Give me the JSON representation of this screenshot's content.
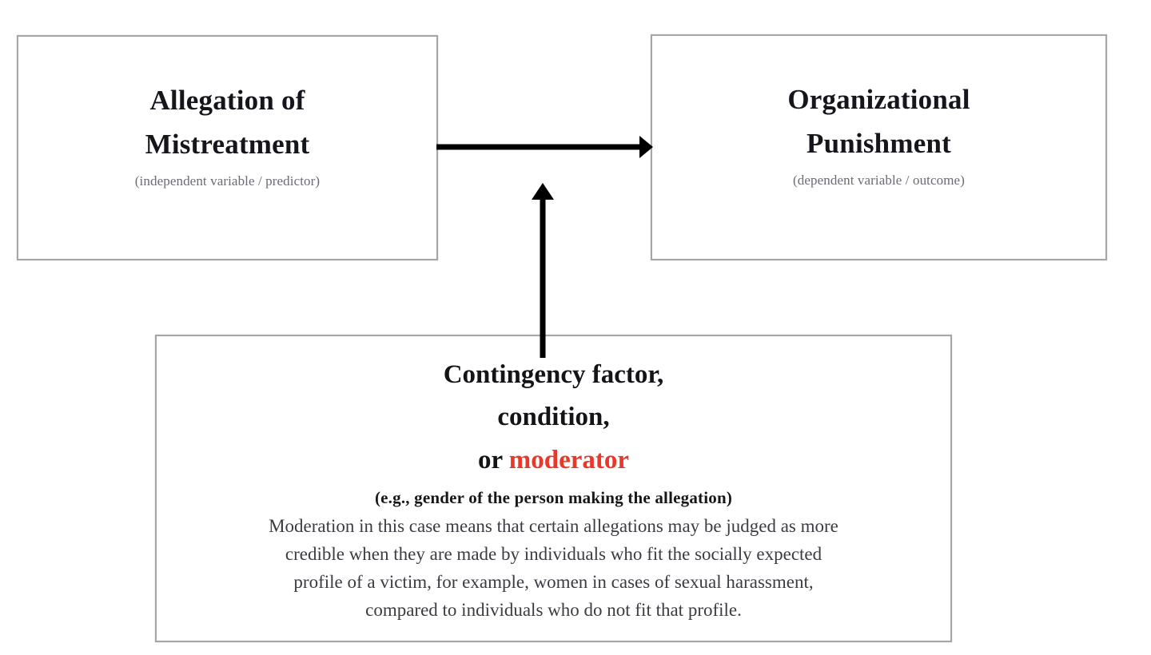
{
  "diagram": {
    "title_semantic": "moderation-model",
    "accent_color": "#e8382a",
    "box_border_color": "#a6a6a6",
    "arrow_color": "#000000",
    "predictor": {
      "title_line_1": "Allegation of",
      "title_line_2": "Mistreatment",
      "subtitle": "(independent variable / predictor)"
    },
    "outcome": {
      "title_line_1": "Organizational",
      "title_line_2": "Punishment",
      "subtitle": "(dependent variable / outcome)"
    },
    "moderator": {
      "heading_line_1": "Contingency factor,",
      "heading_line_2": "condition,",
      "heading_line_3_prefix": "or ",
      "heading_line_3_accent": "moderator",
      "example": "(e.g., gender of the person making the allegation)",
      "body_line_1": "Moderation in this case means that certain allegations may be judged as more",
      "body_line_2": "credible when they are made by individuals who fit the socially expected",
      "body_line_3": "profile of a victim, for example, women in cases of sexual harassment,",
      "body_line_4": "compared to individuals who do not fit that profile."
    },
    "arrows": {
      "main_effect": "horizontal-arrow-predictor-to-outcome",
      "moderation": "vertical-arrow-moderator-to-path"
    }
  }
}
